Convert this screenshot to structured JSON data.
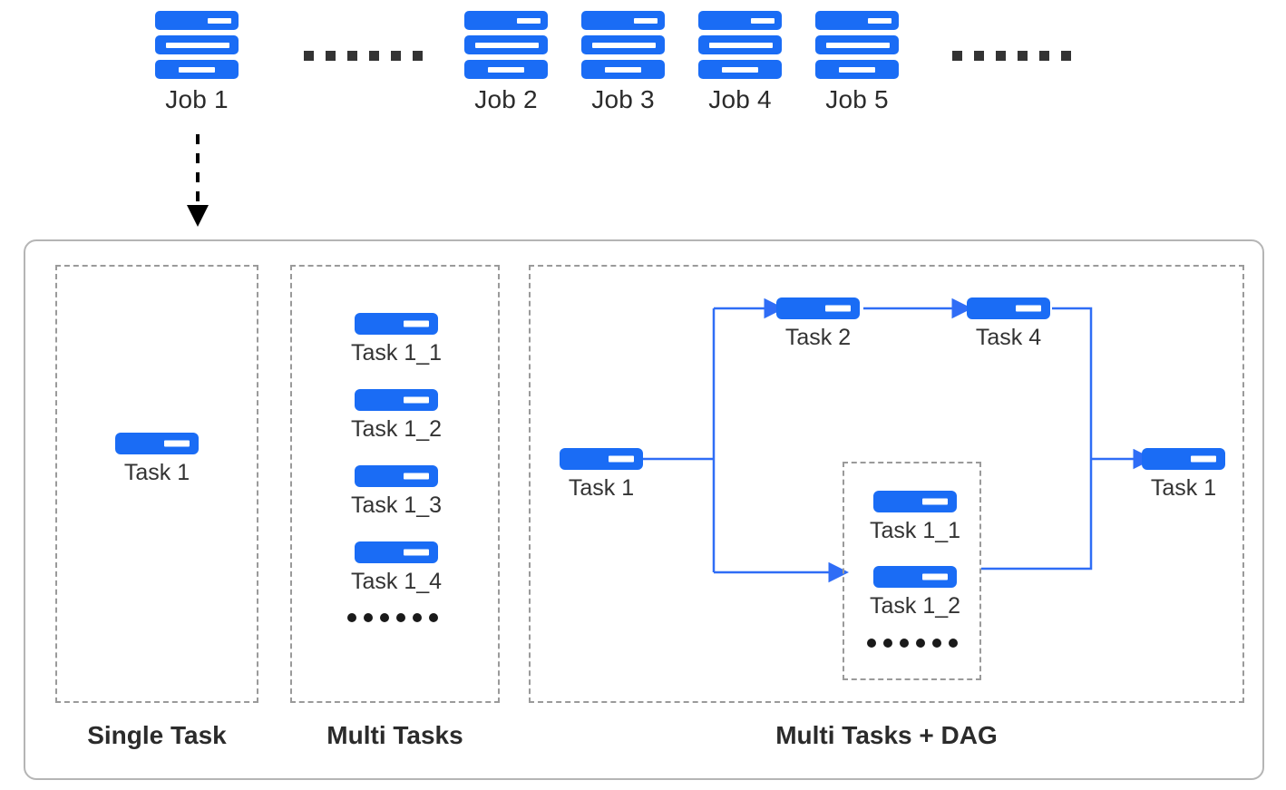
{
  "diagram": {
    "title_present": false,
    "colors": {
      "node_blue": "#1a6cf5",
      "connector_blue": "#2f6df6",
      "outer_border": "#b5b5b5",
      "dashed_border": "#9a9a9a",
      "text": "#2b2b2b",
      "ellipsis": "#1a1a1a"
    }
  },
  "jobs_row": {
    "jobs": [
      {
        "id": "job1",
        "label": "Job 1"
      },
      {
        "id": "job2",
        "label": "Job 2"
      },
      {
        "id": "job3",
        "label": "Job 3"
      },
      {
        "id": "job4",
        "label": "Job 4"
      },
      {
        "id": "job5",
        "label": "Job 5"
      }
    ],
    "ellipsis_left": "......",
    "ellipsis_right": "......"
  },
  "expand_arrow": {
    "style": "dashed",
    "direction": "down",
    "color": "#000000"
  },
  "panels": [
    {
      "id": "single-task",
      "caption": "Single Task",
      "tasks": [
        {
          "label": "Task 1"
        }
      ]
    },
    {
      "id": "multi-tasks",
      "caption": "Multi Tasks",
      "tasks": [
        {
          "label": "Task 1_1"
        },
        {
          "label": "Task 1_2"
        },
        {
          "label": "Task 1_3"
        },
        {
          "label": "Task 1_4"
        }
      ],
      "ellipsis": "......"
    },
    {
      "id": "multi-tasks-dag",
      "caption": "Multi Tasks + DAG",
      "tasks": [
        {
          "id": "dag-task-1",
          "label": "Task 1"
        },
        {
          "id": "dag-task-2",
          "label": "Task 2"
        },
        {
          "id": "dag-task-4",
          "label": "Task 4"
        },
        {
          "id": "dag-task-1-out",
          "label": "Task 1"
        }
      ],
      "subgroup": {
        "tasks": [
          {
            "label": "Task 1_1"
          },
          {
            "label": "Task 1_2"
          }
        ],
        "ellipsis": "......"
      },
      "edges": [
        {
          "from": "dag-task-1",
          "to": "dag-task-2"
        },
        {
          "from": "dag-task-2",
          "to": "dag-task-4"
        },
        {
          "from": "dag-task-1",
          "to": "subgroup"
        },
        {
          "from": "dag-task-4",
          "to": "dag-task-1-out"
        },
        {
          "from": "subgroup",
          "to": "dag-task-1-out"
        }
      ]
    }
  ]
}
